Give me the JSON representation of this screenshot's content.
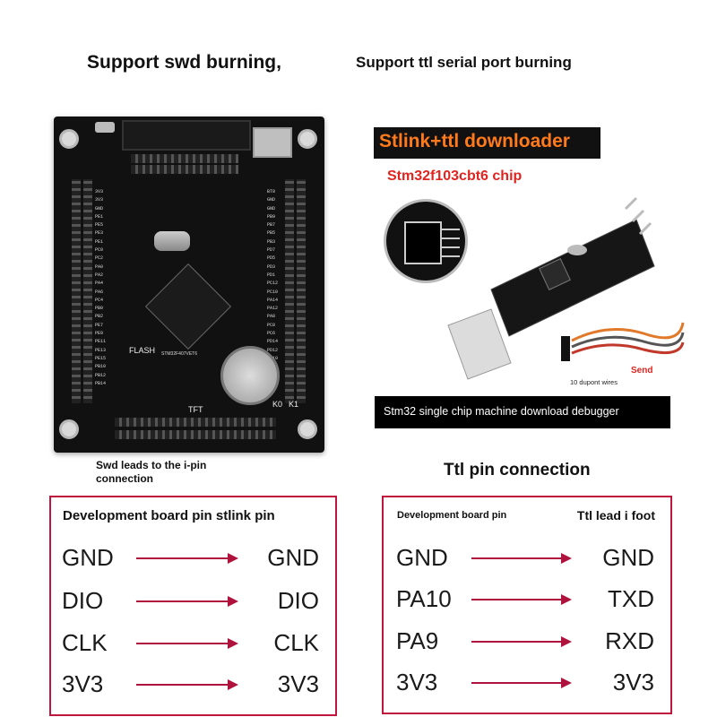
{
  "headings": {
    "swd": "Support swd burning,",
    "ttl": "Support ttl serial port burning"
  },
  "board": {
    "flash_label": "FLASH",
    "tft_label": "TFT",
    "k0": "K0",
    "k1": "K1",
    "mcu_label": "STM32F407VET6"
  },
  "downloader": {
    "title": "Stlink+ttl downloader",
    "chip": "Stm32f103cbt6 chip",
    "send": "Send",
    "wires": "10 dupont wires",
    "caption": "Stm32 single chip machine download debugger"
  },
  "captions": {
    "swd_leads": "Swd leads to the i-pin connection",
    "ttl_connection": "Ttl pin connection"
  },
  "swd_table": {
    "header": "Development board pin stlink pin",
    "rows": [
      {
        "left": "GND",
        "right": "GND"
      },
      {
        "left": "DIO",
        "right": "DIO"
      },
      {
        "left": "CLK",
        "right": "CLK"
      },
      {
        "left": "3V3",
        "right": "3V3"
      }
    ]
  },
  "ttl_table": {
    "header_left": "Development board pin",
    "header_right": "Ttl lead i foot",
    "rows": [
      {
        "left": "GND",
        "right": "GND"
      },
      {
        "left": "PA10",
        "right": "TXD"
      },
      {
        "left": "PA9",
        "right": "RXD"
      },
      {
        "left": "3V3",
        "right": "3V3"
      }
    ]
  },
  "colors": {
    "accent_red": "#c2153e",
    "title_orange": "#ff7a1a"
  }
}
